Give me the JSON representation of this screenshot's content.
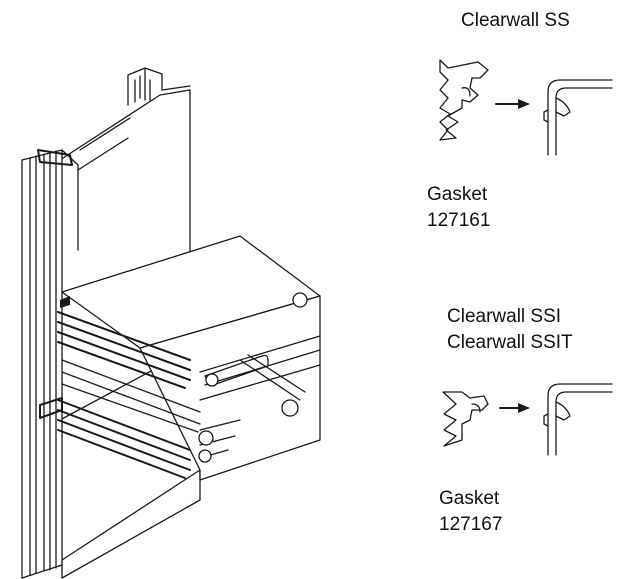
{
  "labels": {
    "ss_title": "Clearwall SS",
    "ss_gasket_word": "Gasket",
    "ss_gasket_number": "127161",
    "ssi_title": "Clearwall SSI",
    "ssit_title": "Clearwall SSIT",
    "ssi_gasket_word": "Gasket",
    "ssi_gasket_number": "127167"
  },
  "illustration": {
    "subject": "curtain wall mullion and transom profile assembly",
    "style": "black line drawing on white"
  },
  "colors": {
    "line": "#1a1a1a",
    "background": "#ffffff"
  }
}
